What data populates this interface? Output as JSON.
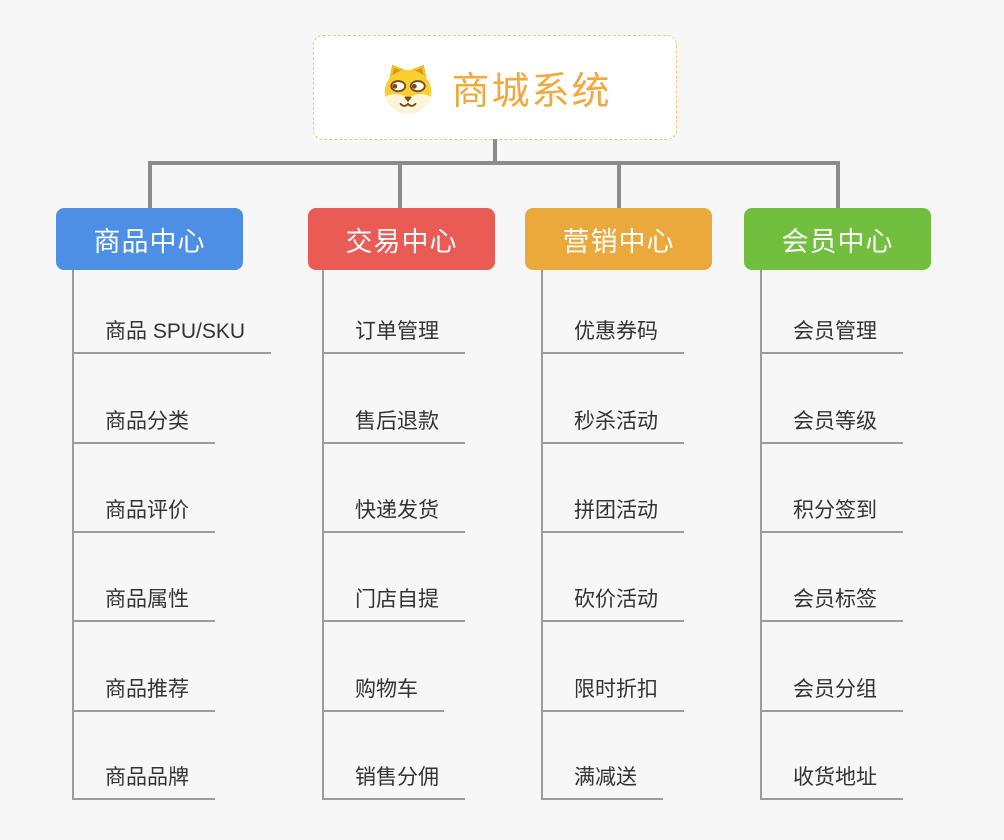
{
  "page": {
    "background_color": "#f7f7f7",
    "connector_color": "#8c8c8c",
    "leaf_line_color": "#9b9b9b",
    "leaf_text_color": "#333333"
  },
  "root": {
    "title": "商城系统",
    "icon": "dog-face-icon",
    "title_color": "#f0a93e",
    "border_color": "#f2c57c"
  },
  "branches": [
    {
      "label": "商品中心",
      "color": "#4d8fe4",
      "items": [
        "商品 SPU/SKU",
        "商品分类",
        "商品评价",
        "商品属性",
        "商品推荐",
        "商品品牌"
      ]
    },
    {
      "label": "交易中心",
      "color": "#eb5b56",
      "items": [
        "订单管理",
        "售后退款",
        "快递发货",
        "门店自提",
        "购物车",
        "销售分佣"
      ]
    },
    {
      "label": "营销中心",
      "color": "#eba93c",
      "items": [
        "优惠券码",
        "秒杀活动",
        "拼团活动",
        "砍价活动",
        "限时折扣",
        "满减送"
      ]
    },
    {
      "label": "会员中心",
      "color": "#72bf3f",
      "items": [
        "会员管理",
        "会员等级",
        "积分签到",
        "会员标签",
        "会员分组",
        "收货地址"
      ]
    }
  ]
}
